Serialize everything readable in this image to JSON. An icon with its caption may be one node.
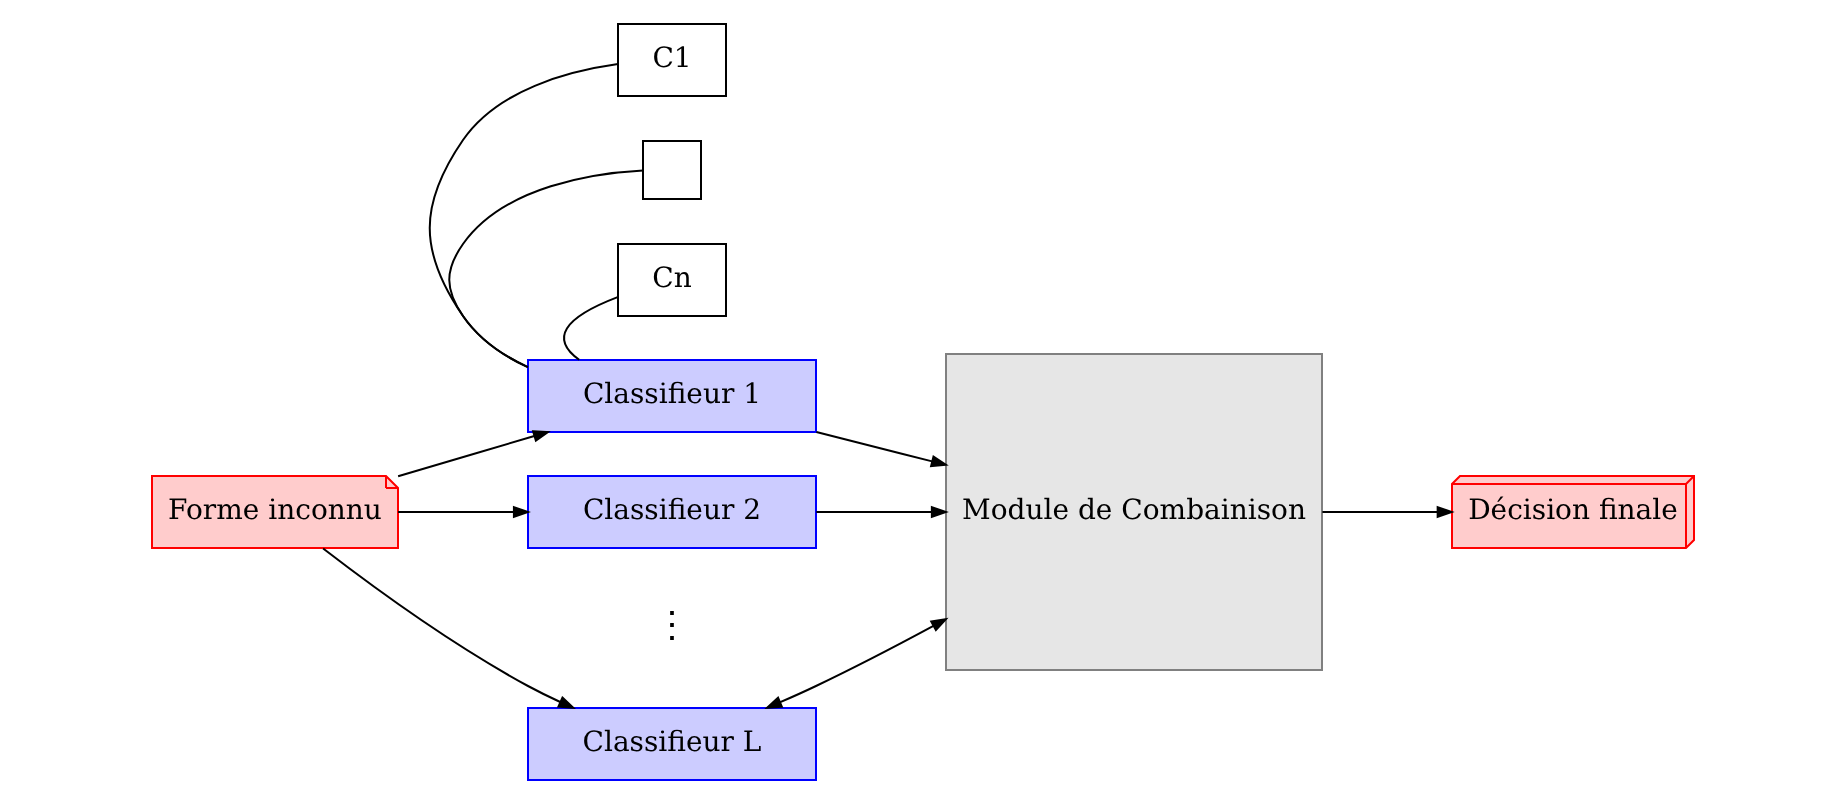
{
  "diagram": {
    "nodes": [
      {
        "text": [
          "Forme inconnu"
        ]
      },
      {
        "text": [
          "C1"
        ]
      },
      {
        "text": [],
        "shape": "box"
      },
      {
        "text": [
          "Cn"
        ]
      },
      {
        "text": [
          "Classifieur 1"
        ]
      },
      {
        "text": [
          "Classifieur 2"
        ]
      },
      {
        "text": [
          "Classifieur L"
        ]
      },
      {
        "text": [
          "Module de Combainison"
        ]
      },
      {
        "text": [
          "Décision finale"
        ]
      }
    ],
    "edges": [
      {
        "from": 0,
        "to": 4,
        "arrow": "to"
      },
      {
        "from": 0,
        "to": 5,
        "arrow": "to"
      },
      {
        "from": 0,
        "to": 6,
        "arrow": "to"
      },
      {
        "from": 1,
        "to": 4,
        "arrow": "none"
      },
      {
        "from": 2,
        "to": 4,
        "arrow": "none"
      },
      {
        "from": 3,
        "to": 4,
        "arrow": "none"
      },
      {
        "from": 4,
        "to": 7,
        "arrow": "to"
      },
      {
        "from": 5,
        "to": 7,
        "arrow": "to"
      },
      {
        "from": 6,
        "to": 7,
        "arrow": "both"
      },
      {
        "from": 7,
        "to": 8,
        "arrow": "to"
      }
    ],
    "labels": [
      "⋮"
    ]
  }
}
